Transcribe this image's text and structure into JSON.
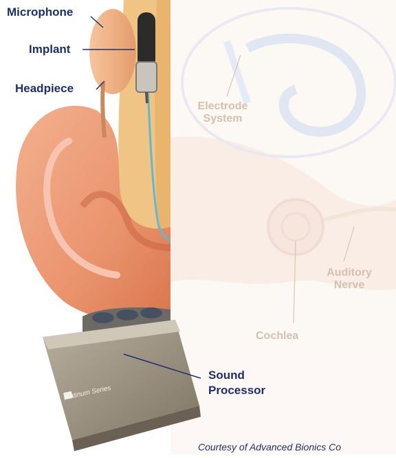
{
  "labels": {
    "microphone": "Microphone",
    "implant": "Implant",
    "headpiece": "Headpiece",
    "electrode_line1": "Electrode",
    "electrode_line2": "System",
    "auditory_line1": "Auditory",
    "auditory_line2": "Nerve",
    "cochlea": "Cochlea",
    "sound_line1": "Sound",
    "sound_line2": "Processor"
  },
  "device_brand": "Platinum Series",
  "credit": "Courtesy of Advanced Bionics Co",
  "colors": {
    "label_text": "#1f2f6b",
    "faint_label_text": "#d6c1b0",
    "skin": "#f0a07d",
    "skin_dark": "#d9764f",
    "tissue": "#eec083",
    "processor_body": "#9c9180"
  }
}
